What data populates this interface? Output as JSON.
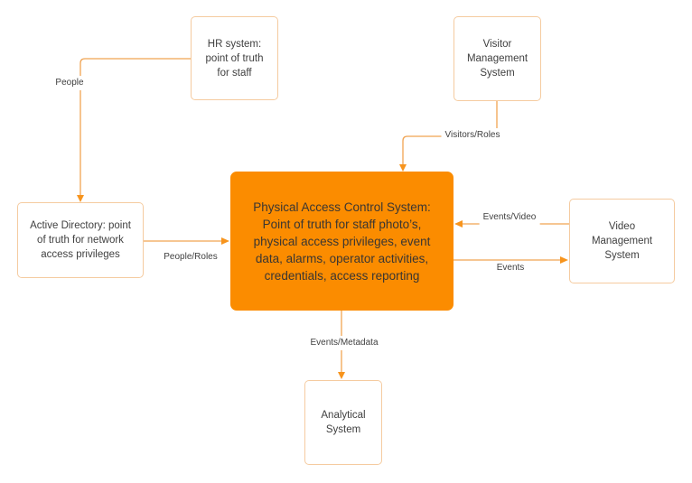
{
  "diagram": {
    "colors": {
      "accent_fill": "#fb8c00",
      "node_border": "#f5cba0",
      "connector": "#f0a352",
      "arrowhead": "#f7941d",
      "node_text": "#3f3f3f",
      "accent_text": "#3a3632",
      "background": "#ffffff"
    },
    "nodes": {
      "hr": {
        "label": "HR system:\npoint of truth\nfor staff"
      },
      "visitor": {
        "label": "Visitor\nManagement\nSystem"
      },
      "active_directory": {
        "label": "Active Directory: point\nof truth for network\naccess privileges"
      },
      "pacs": {
        "label": "Physical Access Control System:\nPoint of truth for staff photo’s,\nphysical access privileges, event\ndata, alarms, operator activities,\ncredentials, access reporting"
      },
      "video": {
        "label": "Video\nManagement\nSystem"
      },
      "analytical": {
        "label": "Analytical\nSystem"
      }
    },
    "edges": {
      "people": {
        "label": "People"
      },
      "people_roles": {
        "label": "People/Roles"
      },
      "visitors_roles": {
        "label": "Visitors/Roles"
      },
      "events_video": {
        "label": "Events/Video"
      },
      "events": {
        "label": "Events"
      },
      "events_metadata": {
        "label": "Events/Metadata"
      }
    }
  }
}
